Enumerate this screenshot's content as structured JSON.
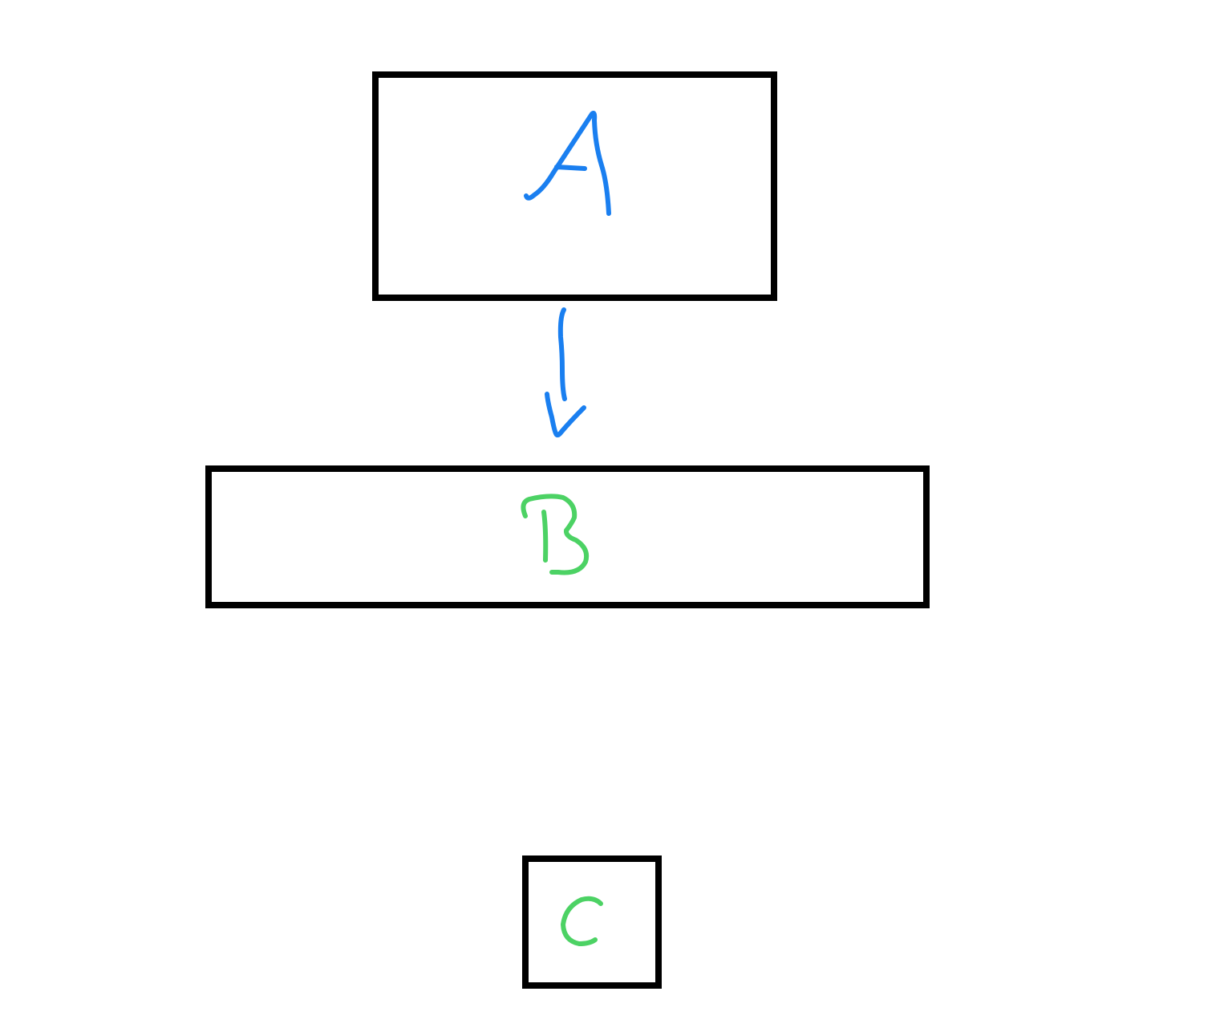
{
  "diagram": {
    "nodes": [
      {
        "id": "A",
        "label": "A",
        "label_color": "#1a7ff0"
      },
      {
        "id": "B",
        "label": "B",
        "label_color": "#4cd264"
      },
      {
        "id": "C",
        "label": "C",
        "label_color": "#4cd264"
      }
    ],
    "edges": [
      {
        "from": "A",
        "to": "B",
        "color": "#1a7ff0"
      }
    ],
    "box_color": "#000000"
  }
}
